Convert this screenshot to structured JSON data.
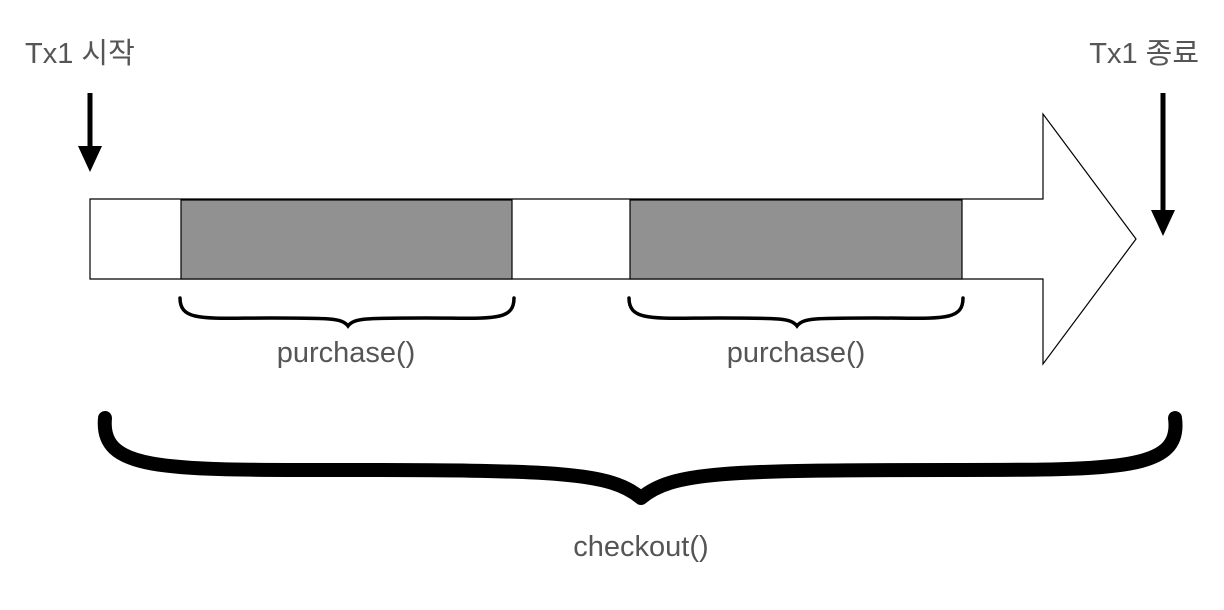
{
  "labels": {
    "tx_start": "Tx1 시작",
    "tx_end": "Tx1 종료",
    "purchase_1": "purchase()",
    "purchase_2": "purchase()",
    "checkout": "checkout()"
  },
  "colors": {
    "purchase_block": "#919191",
    "stroke": "#000000",
    "label_text": "#555555"
  }
}
